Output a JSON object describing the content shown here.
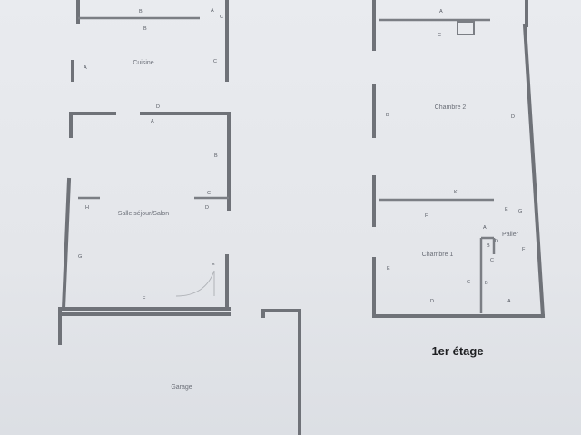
{
  "rooms": {
    "cuisine": "Cuisine",
    "salle": "Salle séjour/Salon",
    "garage": "Garage",
    "chambre2": "Chambre 2",
    "chambre1": "Chambre 1",
    "palier": "Palier"
  },
  "floor_title": "1er étage",
  "markers": {
    "cuisine": [
      "B",
      "B",
      "A",
      "C",
      "A",
      "C"
    ],
    "salle": [
      "D",
      "A",
      "B",
      "C",
      "D",
      "H",
      "G",
      "E",
      "F"
    ],
    "chambre2": [
      "A",
      "C",
      "B",
      "D"
    ],
    "chambre1": [
      "K",
      "F",
      "E",
      "G",
      "A",
      "B",
      "D",
      "C",
      "C",
      "E",
      "D",
      "A",
      "B",
      "F"
    ]
  },
  "colors": {
    "wall": "#6f7278",
    "paper": "#e8eaee",
    "ink": "#1e1f22"
  }
}
